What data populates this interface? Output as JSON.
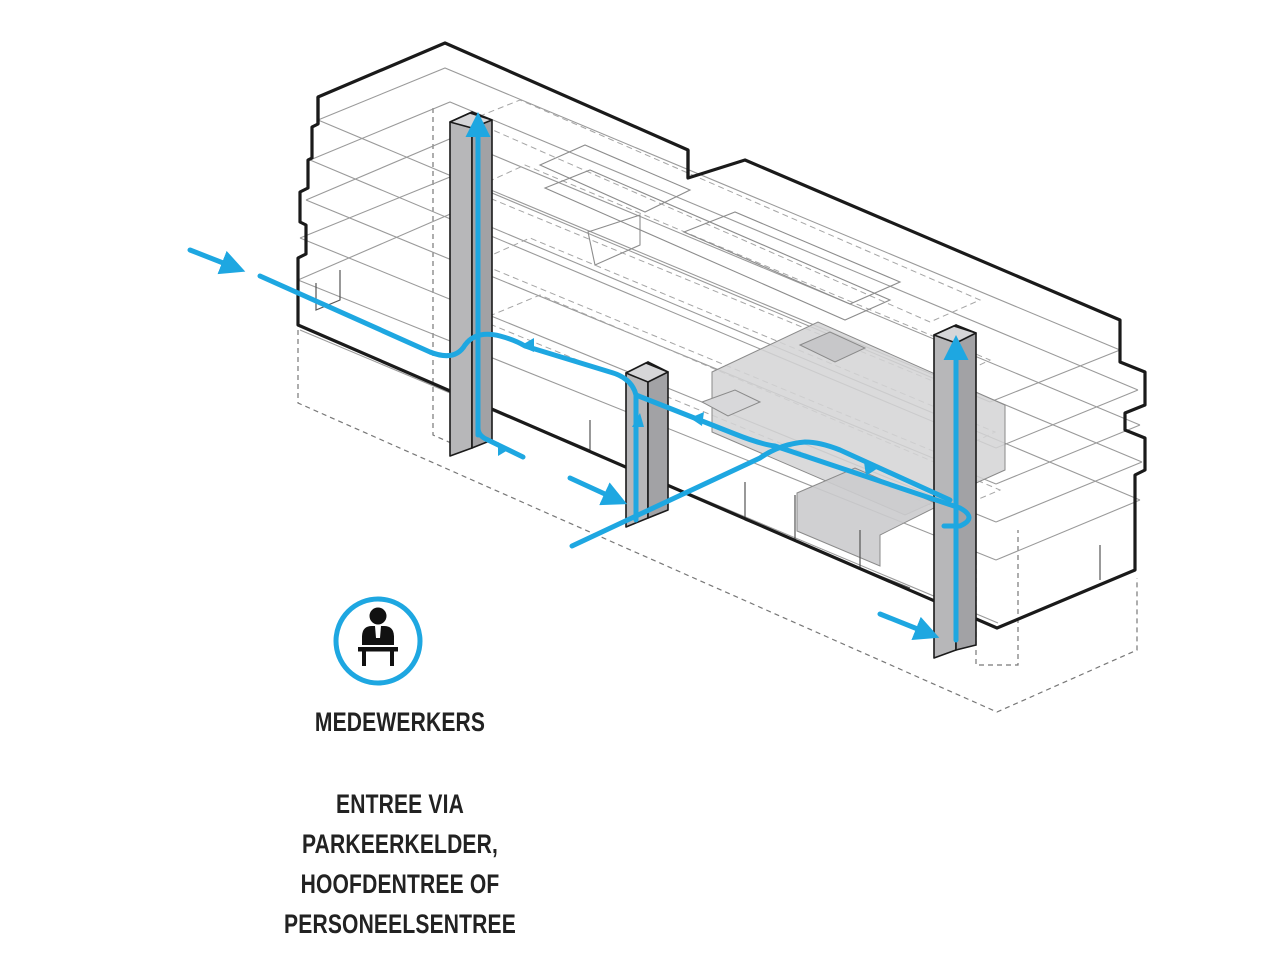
{
  "diagram": {
    "title": "MEDEWERKERS",
    "description_lines": [
      "ENTREE VIA",
      "PARKEERKELDER,",
      "HOOFDENTREE OF",
      "PERSONEELSENTREE"
    ],
    "icon": "office-worker-at-desk-icon",
    "colors": {
      "route": "#1ea7e1",
      "outline": "#1a1a1a",
      "core": "#b7b7b9",
      "volume": "#cfcfd1"
    }
  }
}
